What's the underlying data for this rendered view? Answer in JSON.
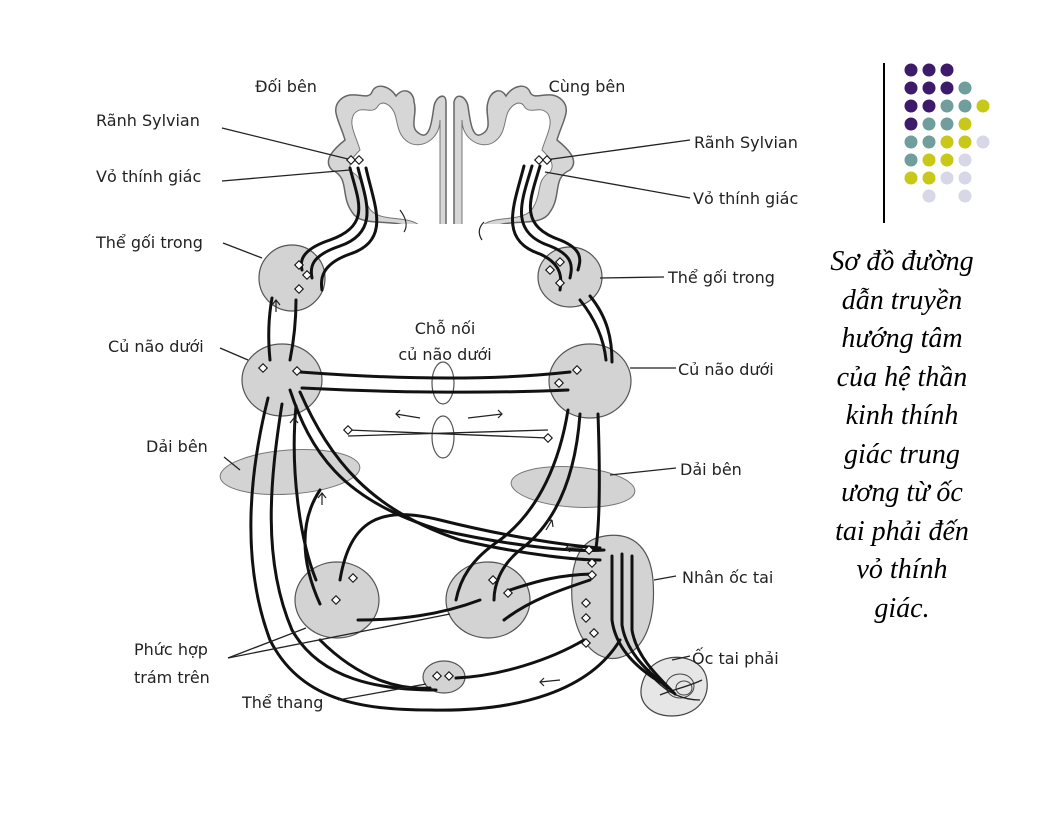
{
  "labels": {
    "contralateral": "Đối bên",
    "ipsilateral": "Cùng bên",
    "sylvian_left": "Rãnh Sylvian",
    "sylvian_right": "Rãnh Sylvian",
    "cortex_left": "Vỏ thính giác",
    "cortex_right": "Vỏ thính giác",
    "mgb_left": "Thể gối trong",
    "mgb_right": "Thể gối trong",
    "ic_left": "Củ não dưới",
    "ic_right": "Củ não dưới",
    "commissure_line1": "Chỗ nối",
    "commissure_line2": "củ não dưới",
    "lemniscus_left": "Dải bên",
    "lemniscus_right": "Dải bên",
    "cochlear_nucleus": "Nhân ốc tai",
    "cochlea": "Ốc tai phải",
    "olive_line1": "Phức hợp",
    "olive_line2": "trám trên",
    "trapezoid": "Thể thang"
  },
  "caption": "Sơ đồ đường dẫn truyền hướng tâm của hệ thần kinh thính giác trung ương từ ốc tai phải đến vỏ thính giác.",
  "palette": {
    "purple": "#3e1a6b",
    "teal": "#6f9e9c",
    "yellow": "#c8c818",
    "lavender": "#d7d7e8"
  },
  "dot_grid": [
    [
      "purple",
      "purple",
      "purple",
      null
    ],
    [
      "purple",
      "purple",
      "purple",
      "teal"
    ],
    [
      "purple",
      "purple",
      "teal",
      "teal",
      "yellow"
    ],
    [
      "purple",
      "teal",
      "teal",
      "yellow",
      null
    ],
    [
      "teal",
      "teal",
      "yellow",
      "yellow",
      "lavender"
    ],
    [
      "teal",
      "yellow",
      "yellow",
      "lavender",
      null
    ],
    [
      "yellow",
      "yellow",
      "lavender",
      "lavender",
      null
    ],
    [
      null,
      "lavender",
      null,
      "lavender",
      null
    ]
  ]
}
